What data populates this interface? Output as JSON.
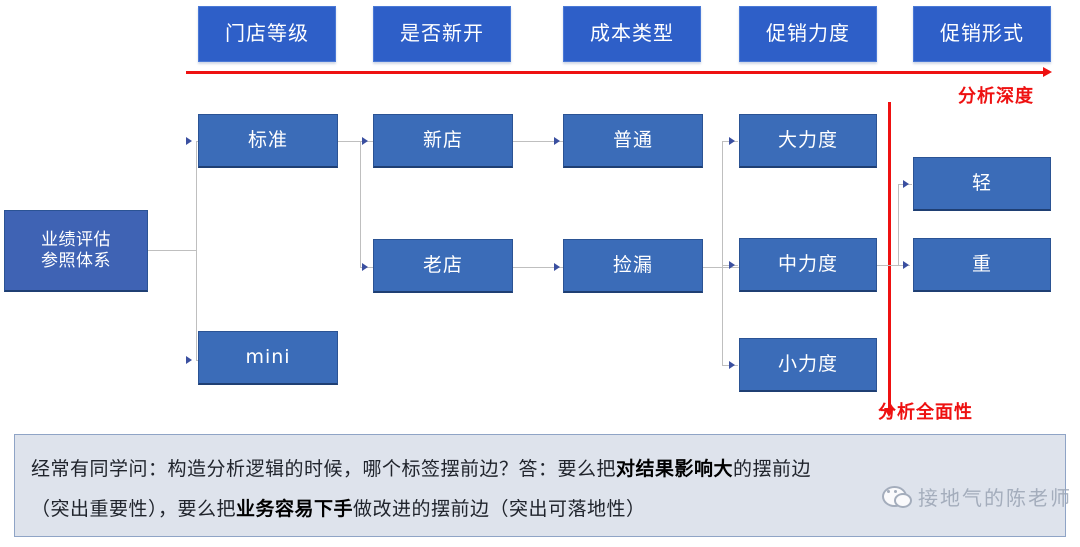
{
  "headers": [
    {
      "label": "门店等级"
    },
    {
      "label": "是否新开"
    },
    {
      "label": "成本类型"
    },
    {
      "label": "促销力度"
    },
    {
      "label": "促销形式"
    }
  ],
  "nodes": {
    "root_line1": "业绩评估",
    "root_line2": "参照体系",
    "standard": "标准",
    "mini": "mini",
    "new_store": "新店",
    "old_store": "老店",
    "normal": "普通",
    "bargain": "捡漏",
    "strong": "大力度",
    "medium": "中力度",
    "weak": "小力度",
    "light": "轻",
    "heavy": "重"
  },
  "annotations": {
    "depth_label": "分析深度",
    "coverage_label": "分析全面性",
    "arrow_color": "#ee1111"
  },
  "caption": {
    "line1_a": "经常有同学问：构造分析逻辑的时候，哪个标签摆前边？答：要么把",
    "line1_bold": "对结果影响大",
    "line1_b": "的摆前边",
    "line2_a": "（突出重要性），要么把",
    "line2_bold": "业务容易下手",
    "line2_b": "做改进的摆前边（突出可落地性）"
  },
  "watermark": {
    "text": "接地气的陈老师"
  },
  "colors": {
    "header_box": "#2E5FC8",
    "node_box": "#3B6CB8",
    "root_box": "#3F63B4",
    "connector": "#BFBFBF",
    "caption_bg": "#DEE3EC"
  }
}
